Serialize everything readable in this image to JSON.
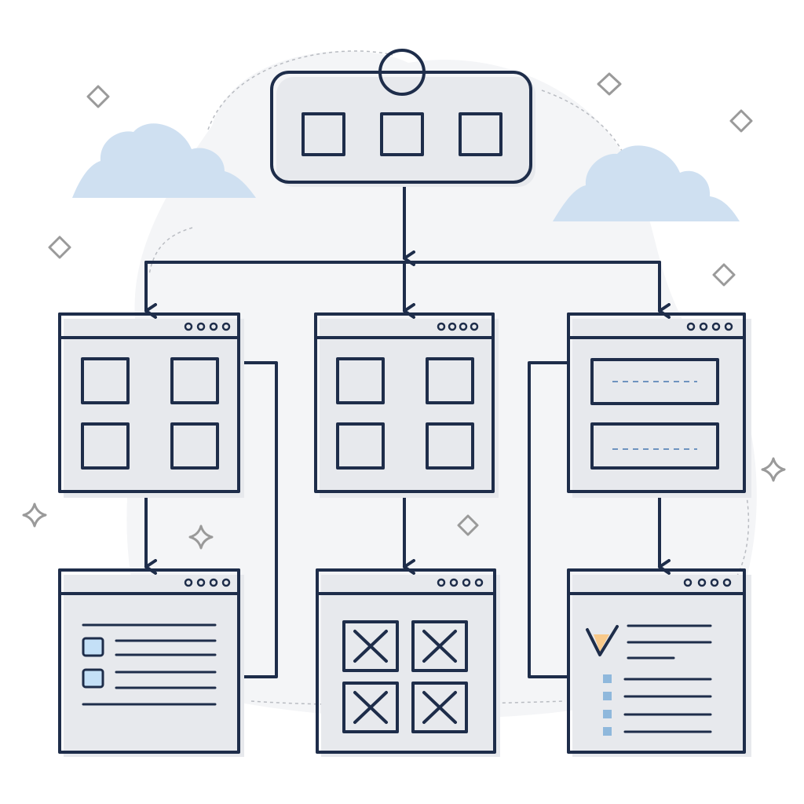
{
  "colors": {
    "ink": "#1e2d4a",
    "window_bar": "#8fb3de",
    "tile_fill": "#c4e0f7",
    "error_fill": "#f0b08f",
    "accent": "#f8c98a",
    "cloud": "#cfe0f1",
    "sparkle": "#9a9a9a"
  },
  "root_node": {
    "tile_count": 3,
    "badge_icon": "circle-badge-icon"
  },
  "windows": [
    {
      "id": "grid-window-left",
      "content": "tile-grid",
      "icon": "grid-icon"
    },
    {
      "id": "grid-window-center",
      "content": "tile-grid",
      "icon": "grid-icon"
    },
    {
      "id": "form-window-right",
      "content": "input-fields",
      "icon": "input-field-icon"
    },
    {
      "id": "checklist-window-left",
      "content": "checklist",
      "icon": "checkbox-icon"
    },
    {
      "id": "error-window-center",
      "content": "error-grid",
      "icon": "error-x-icon"
    },
    {
      "id": "success-window-right",
      "content": "checkmark-list",
      "icon": "checkmark-icon"
    }
  ]
}
